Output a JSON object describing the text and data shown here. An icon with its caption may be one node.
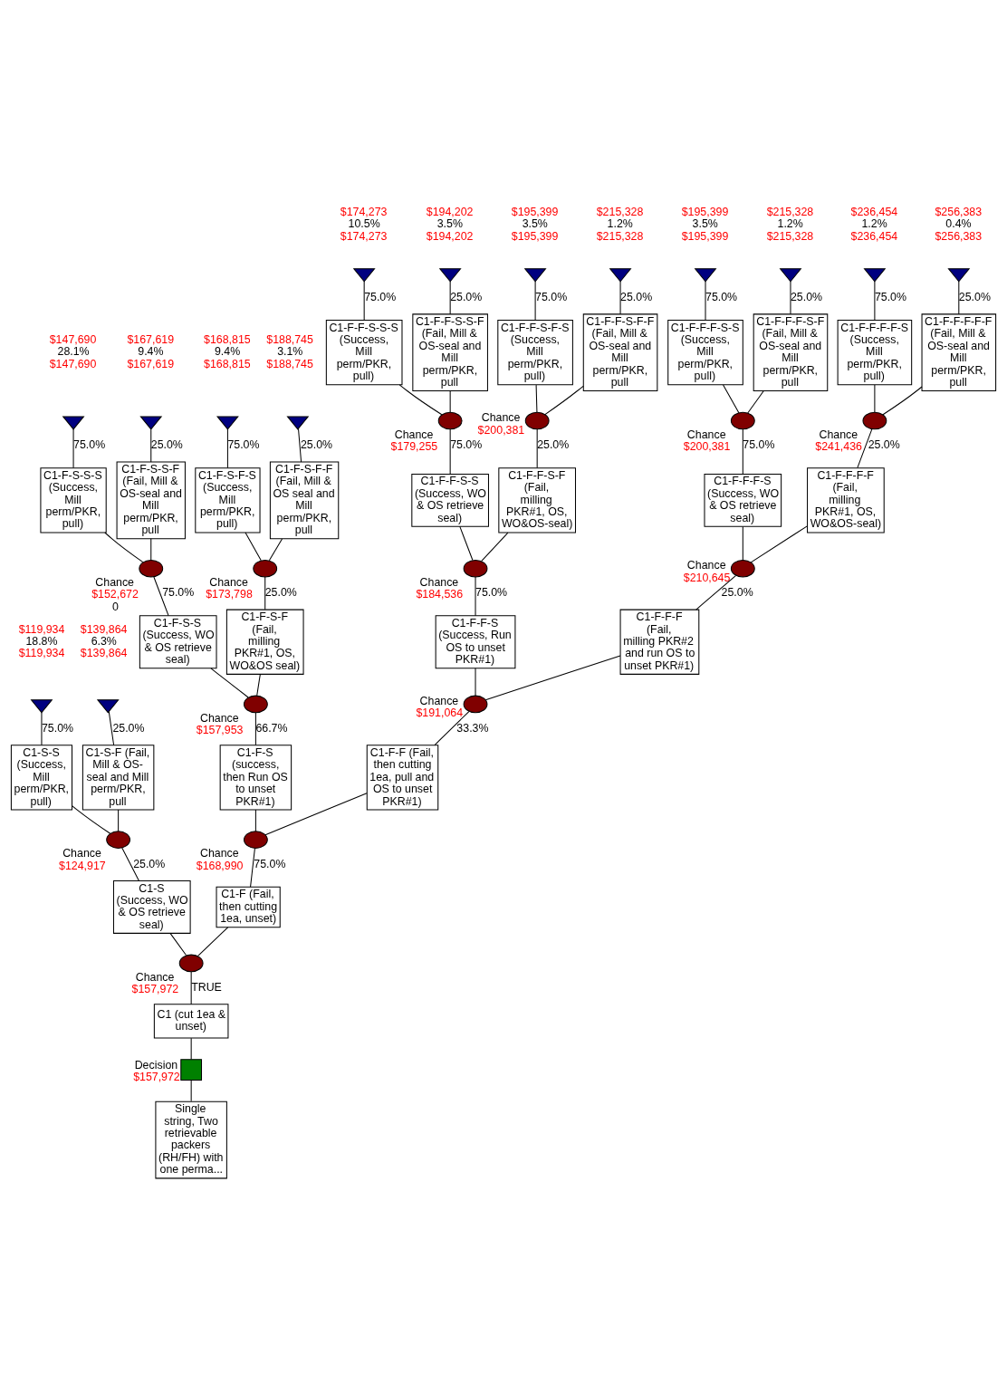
{
  "diagram": {
    "nodes": [
      {
        "text": [
          "Single string, Two retrievable packers (RH/FH) with one perma..."
        ]
      },
      {
        "text": [],
        "shape": "square",
        "beside": [
          "Decision",
          "$157,972"
        ]
      },
      {
        "text": [
          "C1 (cut 1ea & unset)"
        ]
      },
      {
        "text": [],
        "shape": "circle",
        "beside": [
          "Chance",
          "$157,972"
        ]
      },
      {
        "text": [
          "C1-S (Success, WO & OS retrieve seal)"
        ]
      },
      {
        "text": [],
        "shape": "circle",
        "beside": [
          "Chance",
          "$124,917"
        ]
      },
      {
        "text": [
          "C1-S-S (Success, Mill perm/PKR, pull)"
        ]
      },
      {
        "text": [],
        "shape": "triangle",
        "beside": [
          "$119,934",
          "18.8%",
          "$119,934"
        ]
      },
      {
        "text": [
          "C1-S-F (Fail, Mill & OS-seal and Mill perm/PKR, pull"
        ]
      },
      {
        "text": [],
        "shape": "triangle",
        "beside": [
          "$139,864",
          "6.3%",
          "$139,864"
        ]
      },
      {
        "text": [
          "C1-F (Fail, then cutting 1ea, unset)"
        ]
      },
      {
        "text": [],
        "shape": "circle",
        "beside": [
          "Chance",
          "$168,990"
        ]
      },
      {
        "text": [
          "C1-F-S (success, then Run OS to unset PKR#1)"
        ]
      },
      {
        "text": [],
        "shape": "circle",
        "beside": [
          "Chance",
          "$157,953"
        ]
      },
      {
        "text": [
          "C1-F-S-S (Success, WO & OS retrieve seal)"
        ]
      },
      {
        "text": [],
        "shape": "circle",
        "beside": [
          "Chance",
          "$152,672",
          "0"
        ]
      },
      {
        "text": [
          "C1-F-S-S-S (Success, Mill perm/PKR, pull)"
        ]
      },
      {
        "text": [],
        "shape": "triangle",
        "beside": [
          "$147,690",
          "28.1%",
          "$147,690"
        ]
      },
      {
        "text": [
          "C1-F-S-S-F (Fail, Mill & OS-seal and Mill perm/PKR, pull"
        ]
      },
      {
        "text": [],
        "shape": "triangle",
        "beside": [
          "$167,619",
          "9.4%",
          "$167,619"
        ]
      },
      {
        "text": [
          "C1-F-S-F (Fail, milling PKR#1, OS, WO&OS seal)"
        ]
      },
      {
        "text": [],
        "shape": "circle",
        "beside": [
          "Chance",
          "$173,798"
        ]
      },
      {
        "text": [
          "C1-F-S-F-S (Success, Mill perm/PKR, pull)"
        ]
      },
      {
        "text": [],
        "shape": "triangle",
        "beside": [
          "$168,815",
          "9.4%",
          "$168,815"
        ]
      },
      {
        "text": [
          "C1-F-S-F-F (Fail, Mill & OS seal and Mill perm/PKR, pull"
        ]
      },
      {
        "text": [],
        "shape": "triangle",
        "beside": [
          "$188,745",
          "3.1%",
          "$188,745"
        ]
      },
      {
        "text": [
          "C1-F-F (Fail, then cutting 1ea, pull and OS to unset PKR#1)"
        ]
      },
      {
        "text": [],
        "shape": "circle",
        "beside": [
          "Chance",
          "$191,064"
        ]
      },
      {
        "text": [
          "C1-F-F-S (Success, Run OS to unset PKR#1)"
        ]
      },
      {
        "text": [],
        "shape": "circle",
        "beside": [
          "Chance",
          "$184,536"
        ]
      },
      {
        "text": [
          "C1-F-F-S-S (Success, WO & OS retrieve seal)"
        ]
      },
      {
        "text": [],
        "shape": "circle",
        "beside": [
          "Chance",
          "$179,255"
        ]
      },
      {
        "text": [
          "C1-F-F-S-S-S (Success, Mill perm/PKR, pull)"
        ]
      },
      {
        "text": [],
        "shape": "triangle",
        "beside": [
          "$174,273",
          "10.5%",
          "$174,273"
        ]
      },
      {
        "text": [
          "C1-F-F-S-S-F (Fail, Mill & OS-seal and Mill perm/PKR, pull"
        ]
      },
      {
        "text": [],
        "shape": "triangle",
        "beside": [
          "$194,202",
          "3.5%",
          "$194,202"
        ]
      },
      {
        "text": [
          "C1-F-F-S-F (Fail, milling PKR#1, OS, WO&OS-seal)"
        ]
      },
      {
        "text": [],
        "shape": "circle",
        "beside": [
          "Chance",
          "$200,381"
        ]
      },
      {
        "text": [
          "C1-F-F-S-F-S (Success, Mill perm/PKR, pull)"
        ]
      },
      {
        "text": [],
        "shape": "triangle",
        "beside": [
          "$195,399",
          "3.5%",
          "$195,399"
        ]
      },
      {
        "text": [
          "C1-F-F-S-F-F (Fail, Mill & OS-seal and Mill perm/PKR, pull"
        ]
      },
      {
        "text": [],
        "shape": "triangle",
        "beside": [
          "$215,328",
          "1.2%",
          "$215,328"
        ]
      },
      {
        "text": [
          "C1-F-F-F (Fail, milling PKR#2 and run OS to unset PKR#1)"
        ]
      },
      {
        "text": [],
        "shape": "circle",
        "beside": [
          "Chance",
          "$210,645"
        ]
      },
      {
        "text": [
          "C1-F-F-F-S (Success, WO & OS retrieve seal)"
        ]
      },
      {
        "text": [],
        "shape": "circle",
        "beside": [
          "Chance",
          "$200,381"
        ]
      },
      {
        "text": [
          "C1-F-F-F-S-S (Success, Mill perm/PKR, pull)"
        ]
      },
      {
        "text": [],
        "shape": "triangle",
        "beside": [
          "$195,399",
          "3.5%",
          "$195,399"
        ]
      },
      {
        "text": [
          "C1-F-F-F-S-F (Fail, Mill & OS-seal and Mill perm/PKR, pull"
        ]
      },
      {
        "text": [],
        "shape": "triangle",
        "beside": [
          "$215,328",
          "1.2%",
          "$215,328"
        ]
      },
      {
        "text": [
          "C1-F-F-F-F (Fail, milling PKR#1, OS, WO&OS-seal)"
        ]
      },
      {
        "text": [],
        "shape": "circle",
        "beside": [
          "Chance",
          "$241,436"
        ]
      },
      {
        "text": [
          "C1-F-F-F-F-S (Success, Mill perm/PKR, pull)"
        ]
      },
      {
        "text": [],
        "shape": "triangle",
        "beside": [
          "$236,454",
          "1.2%",
          "$236,454"
        ]
      },
      {
        "text": [
          "C1-F-F-F-F-F (Fail, Mill & OS-seal and Mill perm/PKR, pull"
        ]
      },
      {
        "text": [],
        "shape": "triangle",
        "beside": [
          "$256,383",
          "0.4%",
          "$256,383"
        ]
      }
    ],
    "edges": [
      {
        "from": 0,
        "to": 1,
        "arrow": "none"
      },
      {
        "from": 1,
        "to": 2,
        "arrow": "none"
      },
      {
        "from": 2,
        "to": 3,
        "arrow": "none",
        "label": "TRUE"
      },
      {
        "from": 3,
        "to": 4,
        "arrow": "none"
      },
      {
        "from": 4,
        "to": 5,
        "arrow": "none",
        "label": "25.0%"
      },
      {
        "from": 5,
        "to": 6,
        "arrow": "none"
      },
      {
        "from": 6,
        "to": 7,
        "arrow": "none",
        "label": "75.0%"
      },
      {
        "from": 5,
        "to": 8,
        "arrow": "none"
      },
      {
        "from": 8,
        "to": 9,
        "arrow": "none",
        "label": "25.0%"
      },
      {
        "from": 3,
        "to": 10,
        "arrow": "none"
      },
      {
        "from": 10,
        "to": 11,
        "arrow": "none",
        "label": "75.0%"
      },
      {
        "from": 11,
        "to": 12,
        "arrow": "none"
      },
      {
        "from": 12,
        "to": 13,
        "arrow": "none",
        "label": "66.7%"
      },
      {
        "from": 13,
        "to": 14,
        "arrow": "none"
      },
      {
        "from": 14,
        "to": 15,
        "arrow": "none",
        "label": "75.0%"
      },
      {
        "from": 15,
        "to": 16,
        "arrow": "none"
      },
      {
        "from": 16,
        "to": 17,
        "arrow": "none",
        "label": "75.0%"
      },
      {
        "from": 15,
        "to": 18,
        "arrow": "none"
      },
      {
        "from": 18,
        "to": 19,
        "arrow": "none",
        "label": "25.0%"
      },
      {
        "from": 13,
        "to": 20,
        "arrow": "none"
      },
      {
        "from": 20,
        "to": 21,
        "arrow": "none",
        "label": "25.0%"
      },
      {
        "from": 21,
        "to": 22,
        "arrow": "none"
      },
      {
        "from": 22,
        "to": 23,
        "arrow": "none",
        "label": "75.0%"
      },
      {
        "from": 21,
        "to": 24,
        "arrow": "none"
      },
      {
        "from": 24,
        "to": 25,
        "arrow": "none",
        "label": "25.0%"
      },
      {
        "from": 11,
        "to": 26,
        "arrow": "none"
      },
      {
        "from": 26,
        "to": 27,
        "arrow": "none",
        "label": "33.3%"
      },
      {
        "from": 27,
        "to": 28,
        "arrow": "none"
      },
      {
        "from": 28,
        "to": 29,
        "arrow": "none",
        "label": "75.0%"
      },
      {
        "from": 29,
        "to": 30,
        "arrow": "none"
      },
      {
        "from": 30,
        "to": 31,
        "arrow": "none",
        "label": "75.0%"
      },
      {
        "from": 31,
        "to": 32,
        "arrow": "none"
      },
      {
        "from": 32,
        "to": 33,
        "arrow": "none",
        "label": "75.0%"
      },
      {
        "from": 31,
        "to": 34,
        "arrow": "none"
      },
      {
        "from": 34,
        "to": 35,
        "arrow": "none",
        "label": "25.0%"
      },
      {
        "from": 29,
        "to": 36,
        "arrow": "none"
      },
      {
        "from": 36,
        "to": 37,
        "arrow": "none",
        "label": "25.0%"
      },
      {
        "from": 37,
        "to": 38,
        "arrow": "none"
      },
      {
        "from": 38,
        "to": 39,
        "arrow": "none",
        "label": "75.0%"
      },
      {
        "from": 37,
        "to": 40,
        "arrow": "none"
      },
      {
        "from": 40,
        "to": 41,
        "arrow": "none",
        "label": "25.0%"
      },
      {
        "from": 27,
        "to": 42,
        "arrow": "none"
      },
      {
        "from": 42,
        "to": 43,
        "arrow": "none",
        "label": "25.0%"
      },
      {
        "from": 43,
        "to": 44,
        "arrow": "none"
      },
      {
        "from": 44,
        "to": 45,
        "arrow": "none",
        "label": "75.0%"
      },
      {
        "from": 45,
        "to": 46,
        "arrow": "none"
      },
      {
        "from": 46,
        "to": 47,
        "arrow": "none",
        "label": "75.0%"
      },
      {
        "from": 45,
        "to": 48,
        "arrow": "none"
      },
      {
        "from": 48,
        "to": 49,
        "arrow": "none",
        "label": "25.0%"
      },
      {
        "from": 43,
        "to": 50,
        "arrow": "none"
      },
      {
        "from": 50,
        "to": 51,
        "arrow": "none",
        "label": "25.0%"
      },
      {
        "from": 51,
        "to": 52,
        "arrow": "none"
      },
      {
        "from": 52,
        "to": 53,
        "arrow": "none",
        "label": "75.0%"
      },
      {
        "from": 51,
        "to": 54,
        "arrow": "none"
      },
      {
        "from": 54,
        "to": 55,
        "arrow": "none",
        "label": "25.0%"
      }
    ]
  }
}
